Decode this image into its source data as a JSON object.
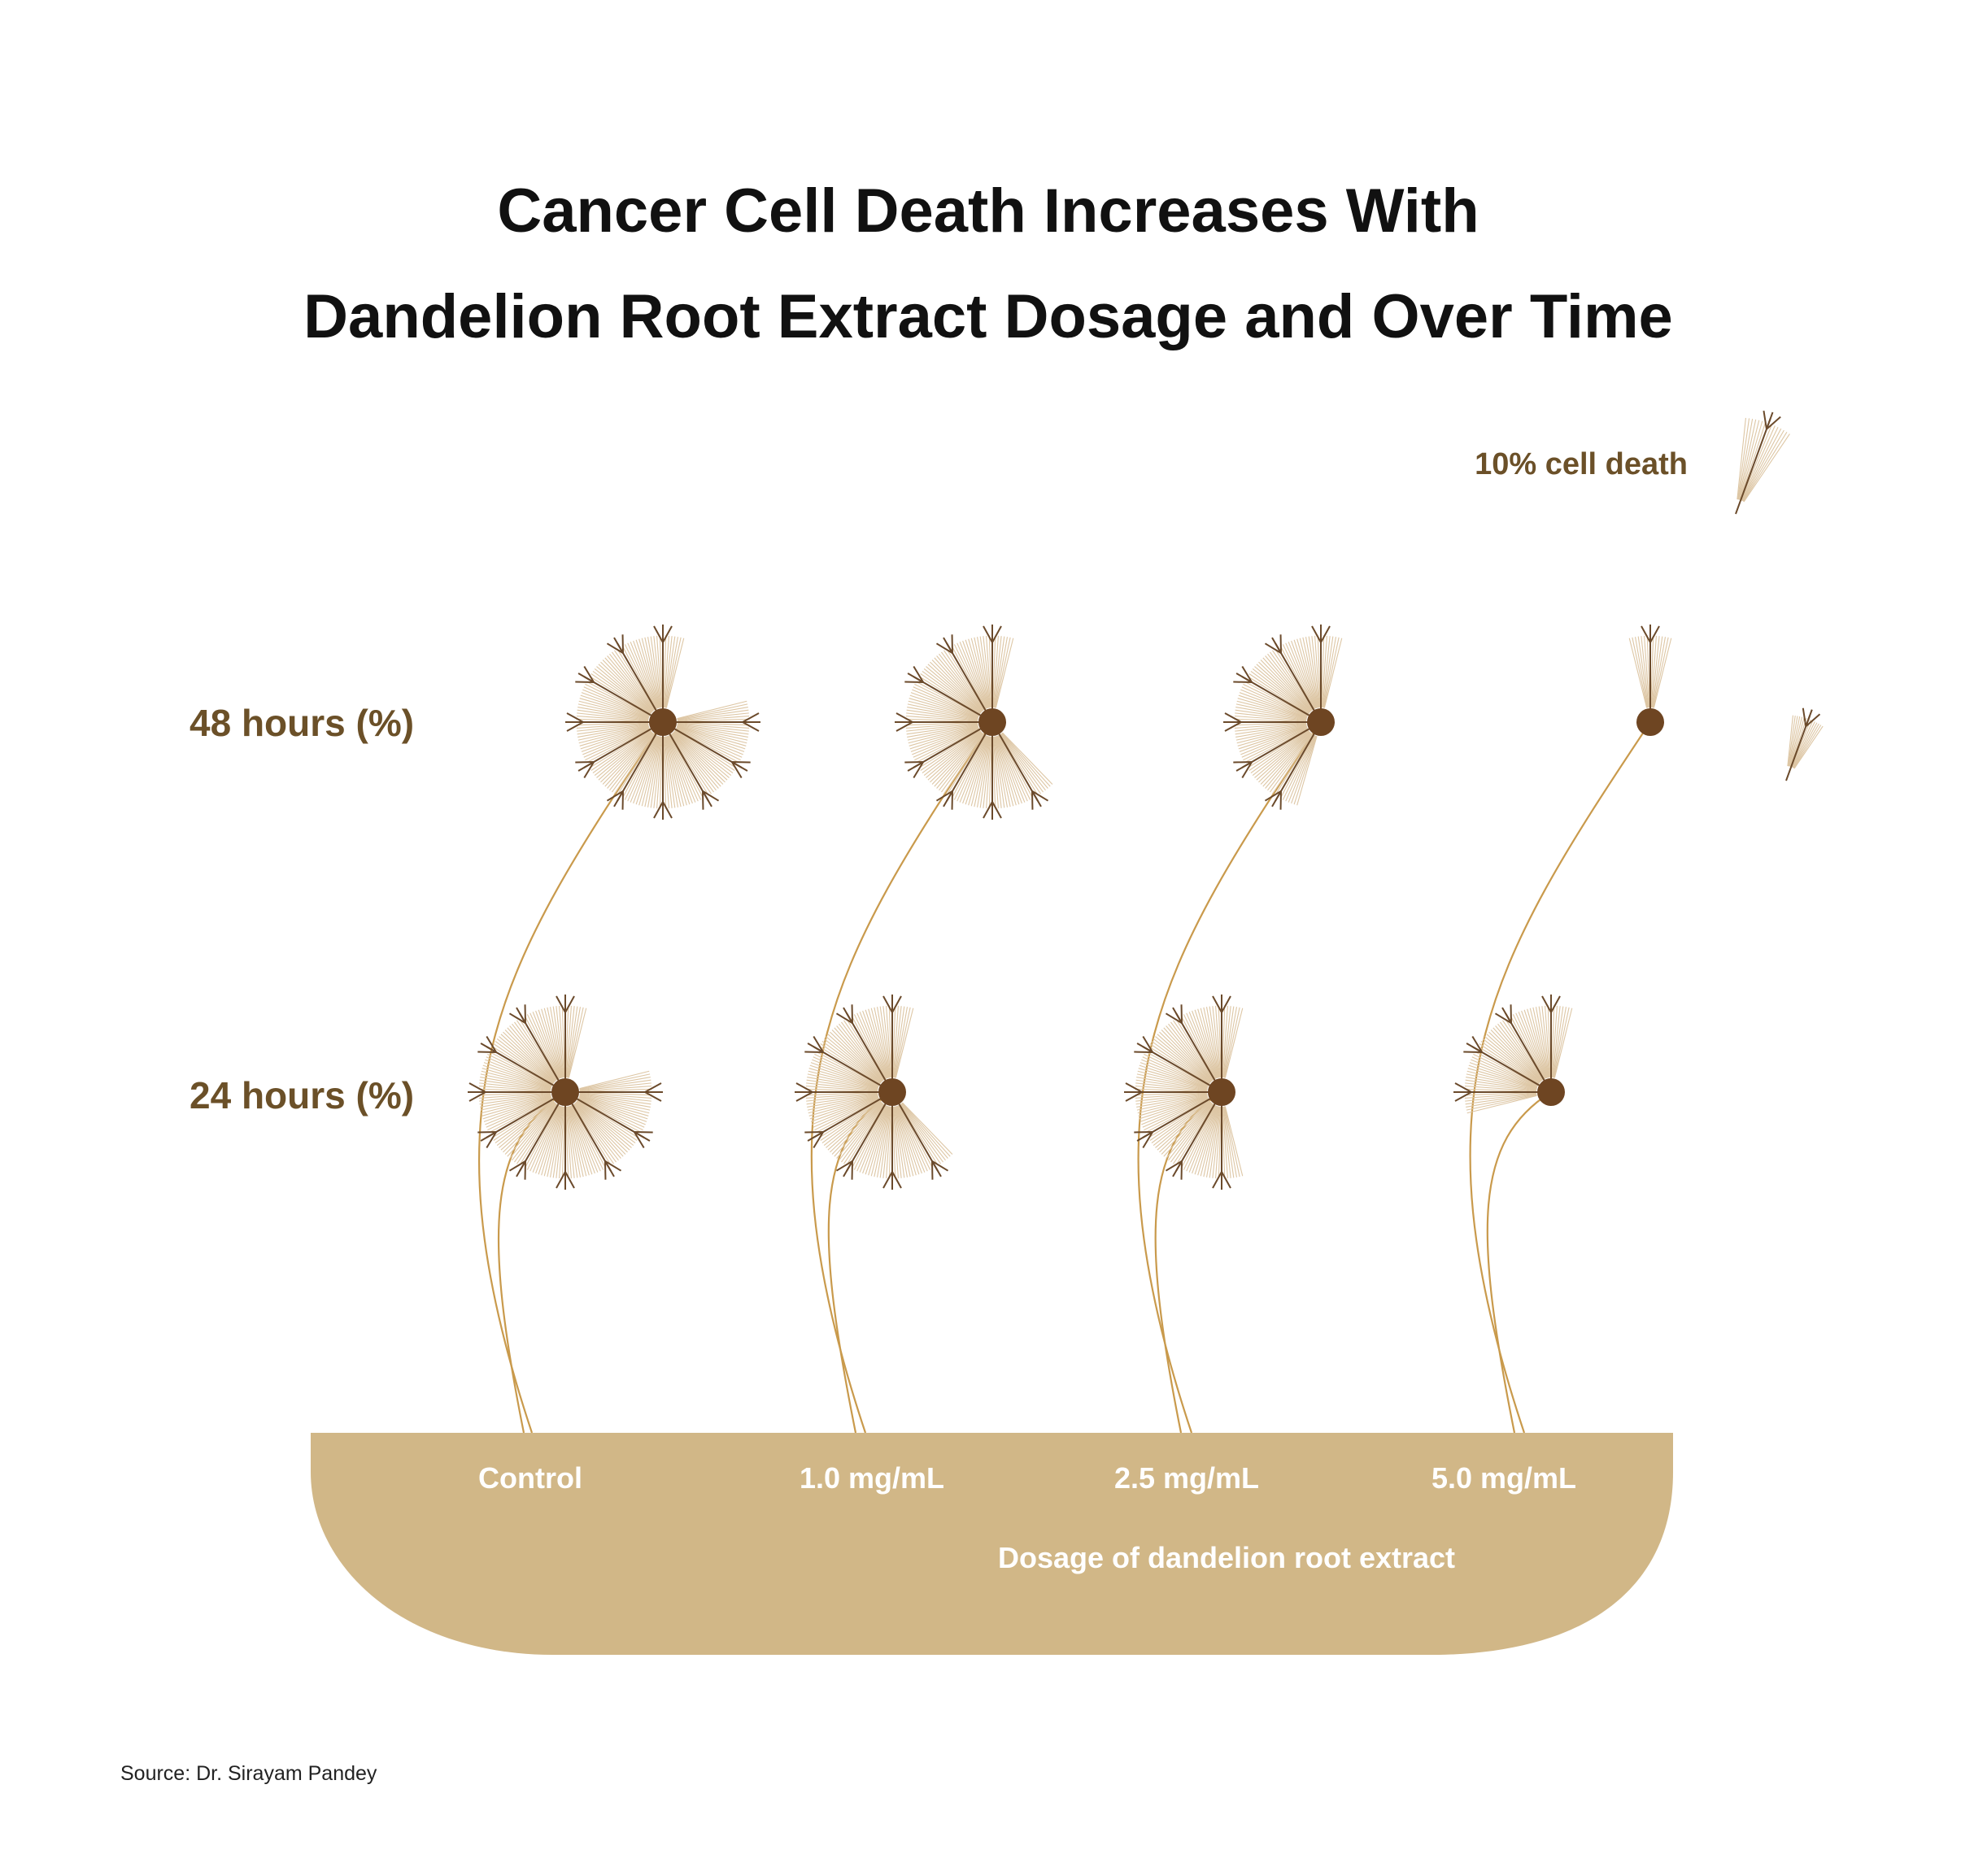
{
  "chart_data": {
    "type": "pictogram",
    "title_lines": [
      "Cancer Cell Death Increases With",
      "Dandelion Root Extract Dosage and Over Time"
    ],
    "legend": {
      "label": "10% cell death"
    },
    "xlabel": "Dosage of dandelion root extract",
    "categories": [
      "Control",
      "1.0 mg/mL",
      "2.5 mg/mL",
      "5.0 mg/mL"
    ],
    "series": [
      {
        "name": "48 hours (%)",
        "values": [
          100,
          75,
          55,
          0
        ]
      },
      {
        "name": "24 hours (%)",
        "values": [
          100,
          80,
          70,
          40
        ]
      }
    ],
    "unit_per_seed": 10,
    "source": "Source: Dr. Sirayam Pandey",
    "colors": {
      "ground": "#d1b787",
      "stem": "#c99a4c",
      "seed_center": "#6e4522",
      "seed_line": "#6b4a2b",
      "fan": "#ddc6a4",
      "label_brown": "#6b5028"
    }
  }
}
